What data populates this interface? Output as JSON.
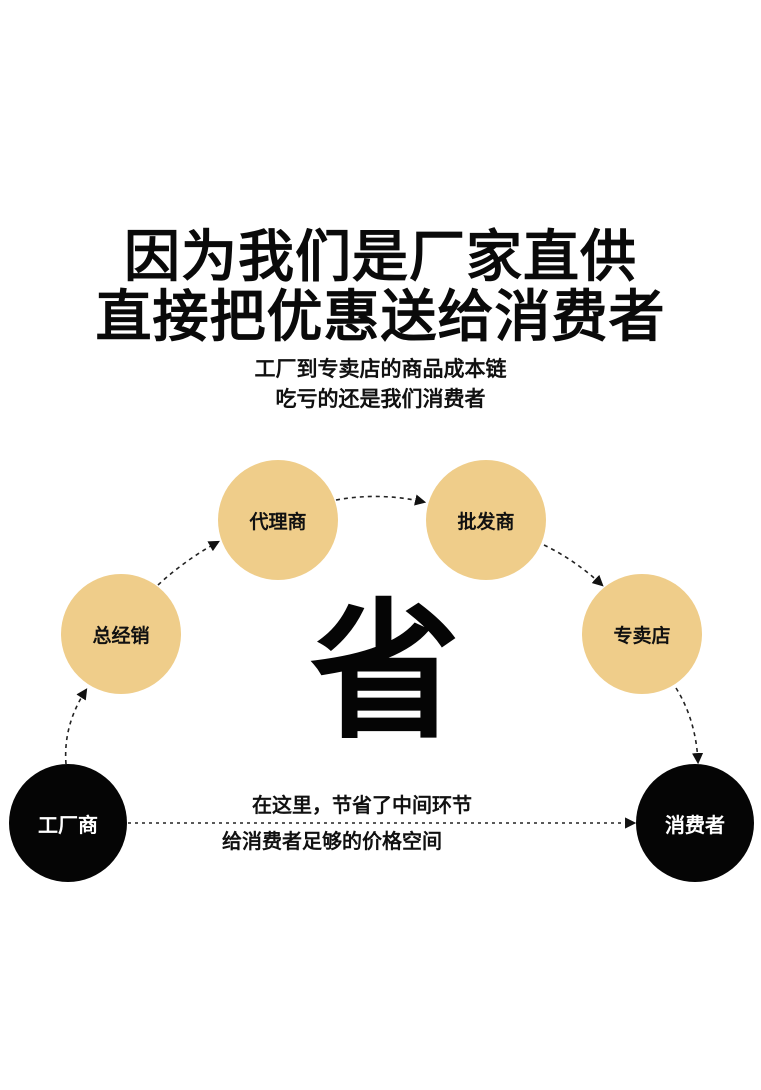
{
  "headline": {
    "line1": "因为我们是厂家直供",
    "line2": "直接把优惠送给消费者"
  },
  "subline": {
    "line1": "工厂到专卖店的商品成本链",
    "line2": "吃亏的还是我们消费者"
  },
  "nodes": {
    "factory": "工厂商",
    "distributor": "总经销",
    "agent": "代理商",
    "wholesaler": "批发商",
    "store": "专卖店",
    "consumer": "消费者"
  },
  "center_char": "省",
  "note": {
    "line1": "在这里，节省了中间环节",
    "line2": "给消费者足够的价格空间"
  },
  "colors": {
    "tan": "#efcd8a",
    "dark": "#050505"
  }
}
